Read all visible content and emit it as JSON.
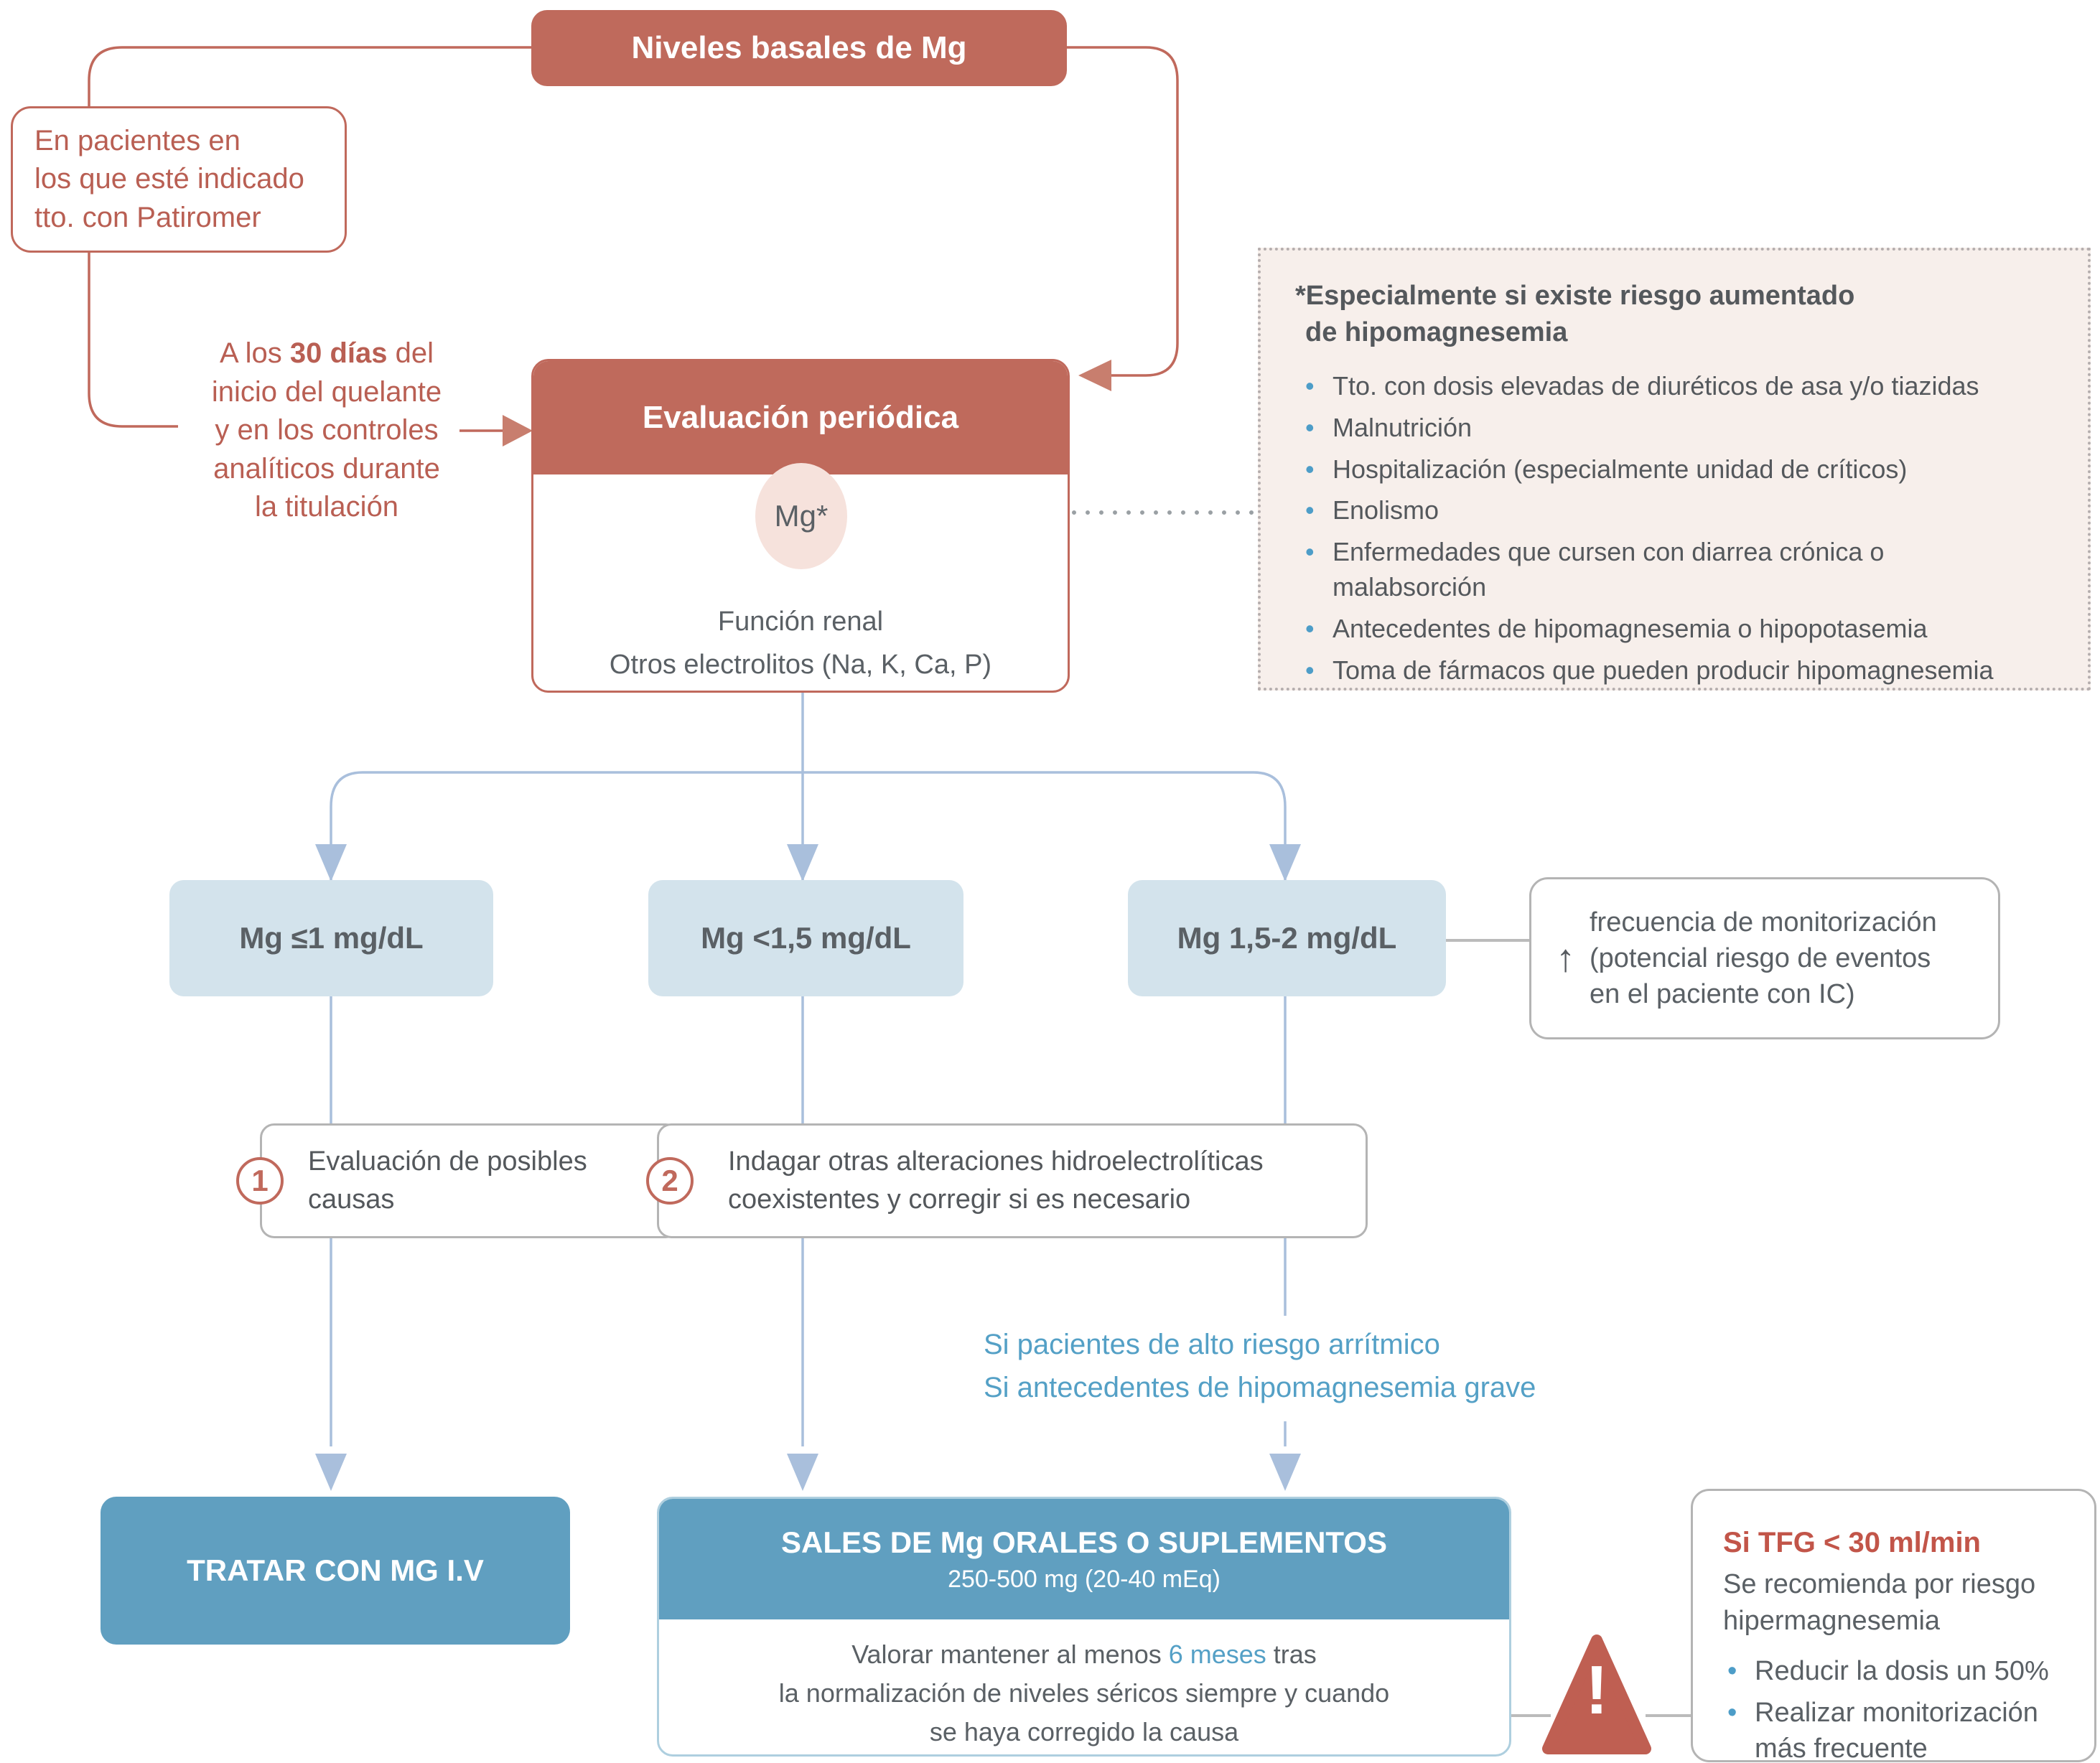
{
  "flow": {
    "baseline_box": "Niveles basales de Mg",
    "patient_note": [
      "En pacientes en",
      "los que esté indicado",
      "tto. con Patiromer"
    ],
    "titration_note": {
      "line1_pre": "A los ",
      "line1_bold": "30 días",
      "line1_post": " del",
      "line2": "inicio del quelante",
      "line3": "y en los controles",
      "line4": "analíticos durante",
      "line5": "la titulación"
    },
    "evaluation": {
      "title": "Evaluación periódica",
      "mg_label": "Mg*",
      "item1": "Función renal",
      "item2": "Otros electrolitos (Na, K, Ca, P)"
    },
    "risk_box": {
      "title_line1": "*Especialmente si existe riesgo aumentado",
      "title_line2": "de hipomagnesemia",
      "items": [
        "Tto. con dosis elevadas de diuréticos de asa y/o tiazidas",
        "Malnutrición",
        "Hospitalización (especialmente unidad de críticos)",
        "Enolismo",
        "Enfermedades que cursen con diarrea crónica o malabsorción",
        "Antecedentes de hipomagnesemia o hipopotasemia",
        "Toma de fármacos que pueden producir hipomagnesemia"
      ]
    },
    "levels": [
      "Mg ≤1 mg/dL",
      "Mg <1,5 mg/dL",
      "Mg 1,5-2 mg/dL"
    ],
    "monitoring_box": {
      "arrow_up": "↑",
      "line1": "frecuencia de monitorización",
      "line2": "(potencial riesgo de eventos",
      "line3": "en el paciente con IC)"
    },
    "steps": [
      {
        "number": "1",
        "line1": "Evaluación de posibles",
        "line2": "causas"
      },
      {
        "number": "2",
        "line1": "Indagar otras alteraciones hidroelectrolíticas",
        "line2": "coexistentes y corregir si es necesario"
      }
    ],
    "high_risk_note": {
      "line1": "Si pacientes de alto riesgo arrítmico",
      "line2": "Si antecedentes de hipomagnesemia grave"
    },
    "treat_iv_box": "TRATAR CON MG I.V",
    "oral_salts_box": {
      "title": "SALES DE Mg ORALES O SUPLEMENTOS",
      "subtitle": "250-500 mg (20-40 mEq)",
      "body_pre": "Valorar mantener al menos ",
      "body_highlight": "6 meses",
      "body_post": " tras",
      "body_line2": "la normalización de niveles séricos siempre y cuando",
      "body_line3": "se haya corregido la causa"
    },
    "warning": {
      "icon": "!"
    },
    "tfg_box": {
      "title": "Si TFG < 30 ml/min",
      "subtitle": "Se recomienda por riesgo hipermagnesemia",
      "items": [
        "Reducir la dosis un 50%",
        "Realizar monitorización más frecuente"
      ]
    }
  },
  "colors": {
    "terracotta": "#bf6a5c",
    "terracotta_line": "#c0695c",
    "terracotta_text": "#b95f53",
    "steel_blue": "#609fc0",
    "light_blue_box": "#d3e3ec",
    "connector_blue": "#a9bfdc",
    "highlight_blue": "#54a0c6",
    "bullet_blue": "#4d9dc8",
    "body_gray": "#54585c",
    "warning_red": "#bf5f52",
    "tfg_red": "#c25549",
    "risk_box_bg": "#f7efeb",
    "connector_gray": "#bbbbbb",
    "dotted_gray": "#9aa0a4"
  }
}
